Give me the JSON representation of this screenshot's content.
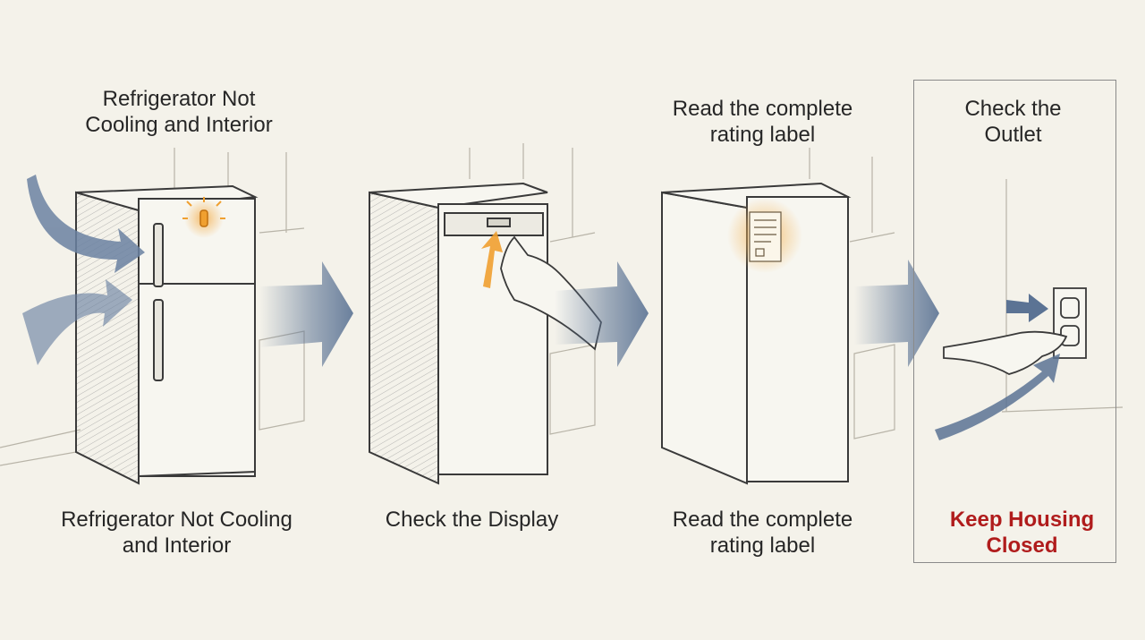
{
  "steps": [
    {
      "top_caption": "Refrigerator Not\nCooling and Interior",
      "bottom_caption": "Refrigerator Not Cooling\nand Interior"
    },
    {
      "top_caption": "",
      "bottom_caption": "Check the Display"
    },
    {
      "top_caption": "Read the complete\nrating label",
      "bottom_caption": "Read the complete\nrating label"
    },
    {
      "top_caption": "Check the\nOutlet",
      "bottom_caption": "Keep Housing\nClosed"
    }
  ],
  "colors": {
    "background": "#f4f2ea",
    "sketch_line": "#3a3a3a",
    "flow_arrow": "#5b7394",
    "highlight": "#f0a030",
    "warning_text": "#b01c1c"
  },
  "icons": [
    "refrigerator-icon",
    "hand-icon",
    "rating-label-icon",
    "outlet-icon",
    "flow-arrow-icon"
  ]
}
